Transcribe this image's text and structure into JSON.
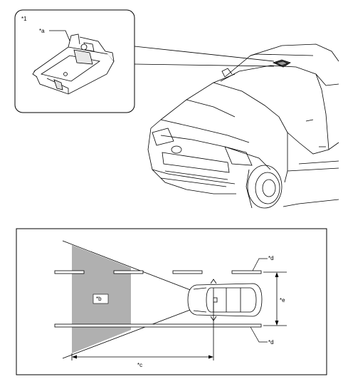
{
  "callouts": {
    "c1": "*1",
    "a": "*a",
    "b": "*b",
    "c": "*c",
    "d_top": "*d",
    "d_bottom": "*d",
    "e": "*e"
  }
}
